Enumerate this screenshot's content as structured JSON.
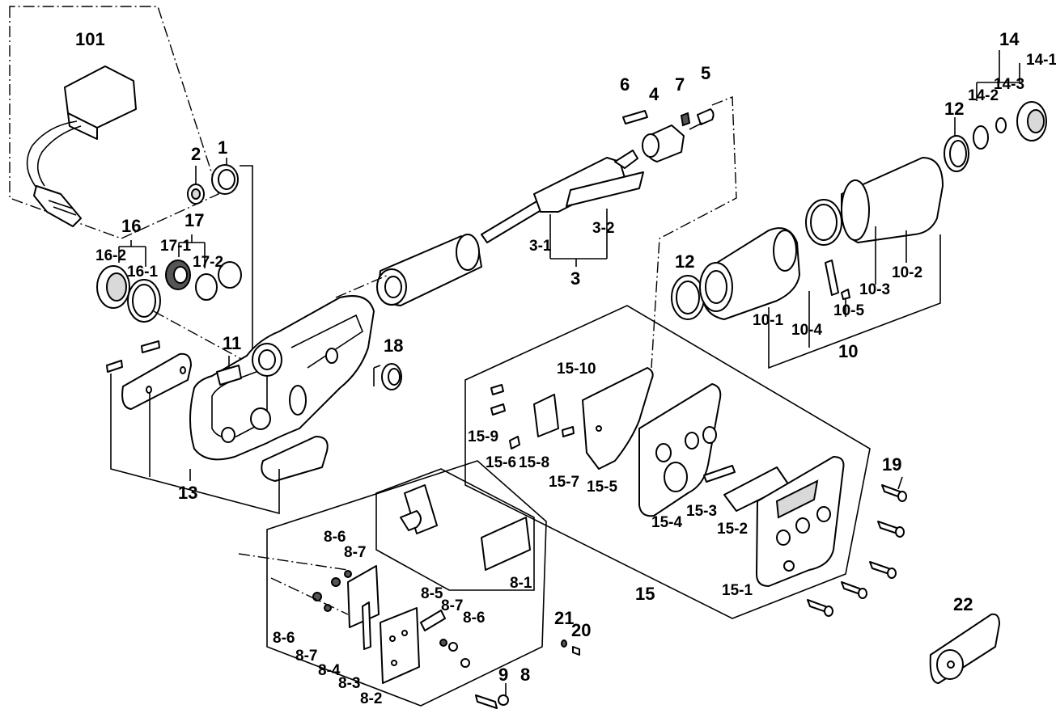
{
  "labels": {
    "p101": "101",
    "p1": "1",
    "p2": "2",
    "p3": "3",
    "p3_1": "3-1",
    "p3_2": "3-2",
    "p4": "4",
    "p5": "5",
    "p6": "6",
    "p7": "7",
    "p8": "8",
    "p8_1": "8-1",
    "p8_2": "8-2",
    "p8_3": "8-3",
    "p8_4": "8-4",
    "p8_5": "8-5",
    "p8_6": "8-6",
    "p8_7": "8-7",
    "p9": "9",
    "p10": "10",
    "p10_1": "10-1",
    "p10_2": "10-2",
    "p10_3": "10-3",
    "p10_4": "10-4",
    "p10_5": "10-5",
    "p11": "11",
    "p12": "12",
    "p13": "13",
    "p14": "14",
    "p14_1": "14-1",
    "p14_2": "14-2",
    "p14_3": "14-3",
    "p15": "15",
    "p15_1": "15-1",
    "p15_2": "15-2",
    "p15_3": "15-3",
    "p15_4": "15-4",
    "p15_5": "15-5",
    "p15_6": "15-6",
    "p15_7": "15-7",
    "p15_8": "15-8",
    "p15_9": "15-9",
    "p15_10": "15-10",
    "p16": "16",
    "p16_1": "16-1",
    "p16_2": "16-2",
    "p17": "17",
    "p17_1": "17-1",
    "p17_2": "17-2",
    "p18": "18",
    "p19": "19",
    "p20": "20",
    "p21": "21",
    "p22": "22"
  }
}
